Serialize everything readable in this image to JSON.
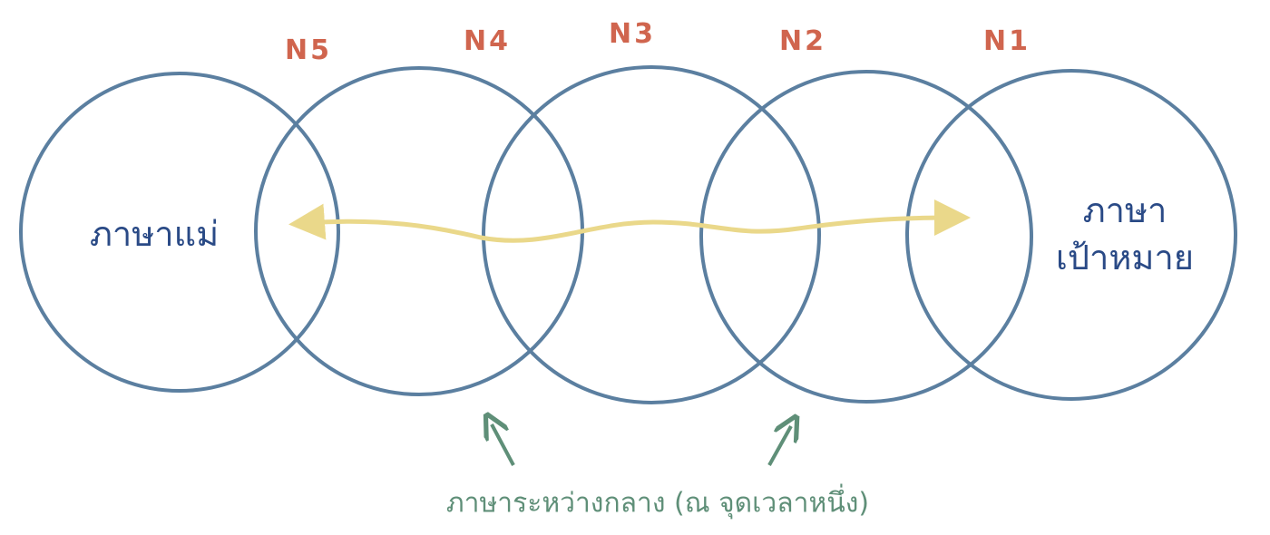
{
  "labels": {
    "n5": "N5",
    "n4": "N4",
    "n3": "N3",
    "n2": "N2",
    "n1": "N1"
  },
  "source_language": "ภาษาแม่",
  "target_language": {
    "line1": "ภาษา",
    "line2": "เป้าหมาย"
  },
  "interlanguage_note": "ภาษาระหว่างกลาง (ณ จุดเวลาหนึ่ง)",
  "colors": {
    "circle": "#5b7fa0",
    "arrow": "#ead88a",
    "label": "#d0654e",
    "text": "#2a4a86",
    "note": "#5f8f78"
  }
}
